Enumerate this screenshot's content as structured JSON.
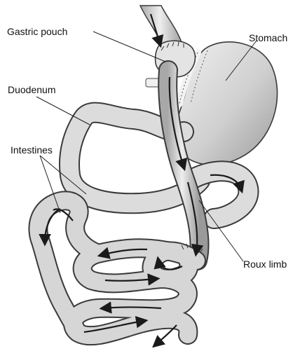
{
  "labels": {
    "gastric_pouch": "Gastric pouch",
    "stomach": "Stomach",
    "duodenum": "Duodenum",
    "intestines": "Intestines",
    "roux_limb": "Roux limb"
  },
  "colors": {
    "organ_fill": "#d8d8d8",
    "organ_shadow": "#9a9a9a",
    "outline": "#3a3a3a",
    "arrow": "#1a1a1a",
    "staple_band": "#f2f2f2"
  }
}
